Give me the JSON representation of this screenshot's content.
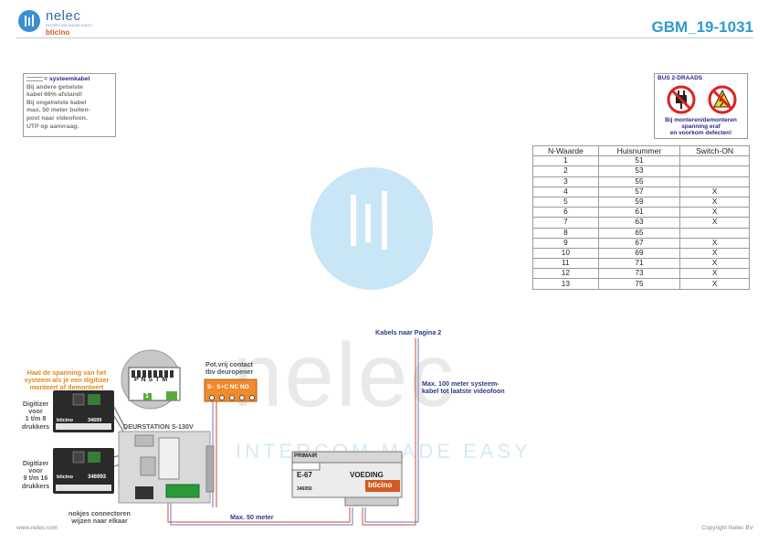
{
  "header": {
    "logo_name": "nelec",
    "logo_tagline": "INTERCOM MADE EASY",
    "logo_brand": "bticino",
    "doc_id": "GBM_19-1031"
  },
  "note": {
    "title": "= systeemkabel",
    "lines": [
      "Bij andere getwiste",
      "kabel 66% afstand!",
      "Bij ongetwiste kabel",
      "max. 50 meter buiten-",
      "post naar videofoon.",
      "UTP op aanvraag."
    ]
  },
  "bus_warning": {
    "title": "BUS 2-DRAADS",
    "lines": [
      "Bij monteren/demonteren",
      "spanning eraf",
      "en voorkom defecten!"
    ]
  },
  "table": {
    "headers": [
      "N-Waarde",
      "Huisnummer",
      "Switch-ON"
    ],
    "rows": [
      [
        "1",
        "51",
        ""
      ],
      [
        "2",
        "53",
        ""
      ],
      [
        "3",
        "55",
        ""
      ],
      [
        "4",
        "57",
        "X"
      ],
      [
        "5",
        "59",
        "X"
      ],
      [
        "6",
        "61",
        "X"
      ],
      [
        "7",
        "63",
        "X"
      ],
      [
        "8",
        "65",
        ""
      ],
      [
        "9",
        "67",
        "X"
      ],
      [
        "10",
        "69",
        "X"
      ],
      [
        "11",
        "71",
        "X"
      ],
      [
        "12",
        "73",
        "X"
      ],
      [
        "13",
        "75",
        "X"
      ]
    ]
  },
  "watermark": {
    "text": "nelec",
    "tagline": "INTERCOM MADE EASY"
  },
  "labels": {
    "cables_page2": "Kabels naar Pagina 2",
    "max100": [
      "Max. 100 meter systeem-",
      "kabel tot laatste videofoon"
    ],
    "max50": "Max. 50 meter",
    "pot_contact": [
      "Pot.vrij contact",
      "tbv deuropener"
    ],
    "terminal_pins": "S-  S+C NC NO",
    "deurstation": "DEURSTATION S-130V",
    "haal": [
      "Haal de spanning van het",
      "systeem als je een digitizer",
      "monteert of demonteert"
    ],
    "digitizer1": [
      "Digitizer",
      "voor",
      "1 t/m 8",
      "drukkers"
    ],
    "digitizer2": [
      "Digitizer",
      "voor",
      "9 t/m 16",
      "drukkers"
    ],
    "nokjes": [
      "nokjes connectoren",
      "wijzen naar elkaar"
    ],
    "dip_letters": "P N S T M",
    "dip_switch_nr": "1",
    "dig_code": "346993",
    "dig_code_partial": "34699",
    "dig_brand": "bticino",
    "e67_code": "E-67",
    "e67_title": "VOEDING",
    "e67_brand": "bticino",
    "e67_primair": "PRIMAIR",
    "e67_article": "346050"
  },
  "footer": {
    "left": "www.nelec.com",
    "right": "Copyright Nelec BV"
  },
  "colors": {
    "accent": "#2e9ad0",
    "label_blue": "#2e3a8e",
    "warning_orange": "#de8a1c",
    "terminal_orange": "#f08a2a",
    "cable_red": "#c0392b"
  }
}
